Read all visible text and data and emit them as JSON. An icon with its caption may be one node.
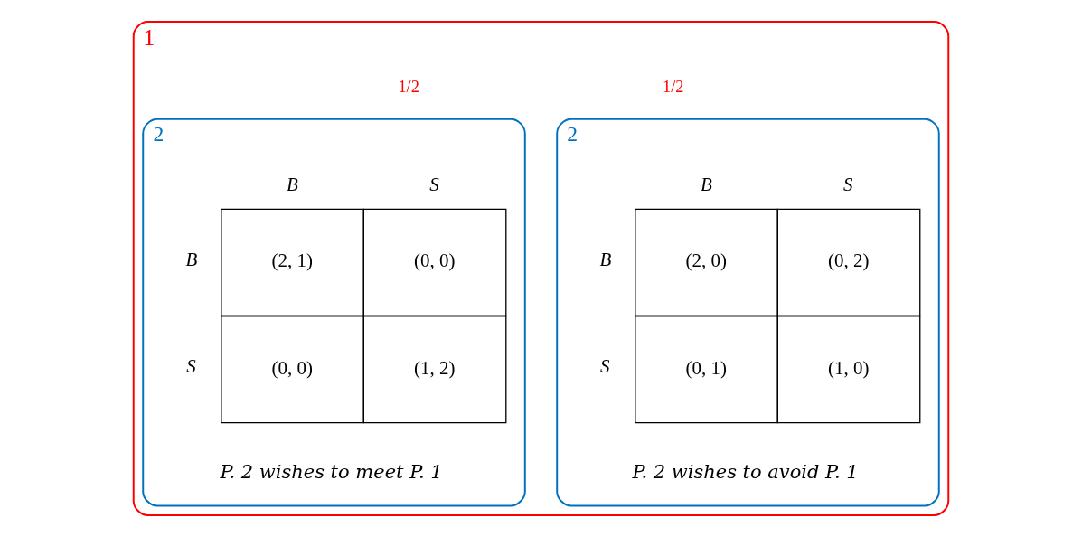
{
  "diagram": {
    "nodes": [
      {
        "text": [
          "1"
        ]
      },
      {
        "text": [
          "2",
          "P. 2 wishes to meet P. 1"
        ],
        "in": 0
      },
      {
        "text": [
          "2",
          "P. 2 wishes to avoid P. 1"
        ],
        "in": 0
      }
    ],
    "labels": [
      "1/2",
      "1/2",
      "B",
      "S",
      "B",
      "(2, 1)",
      "(0, 0)",
      "S",
      "(0, 0)",
      "(1, 2)",
      "B",
      "S",
      "B",
      "(2, 0)",
      "(0, 2)",
      "S",
      "(0, 1)",
      "(1, 0)"
    ]
  }
}
